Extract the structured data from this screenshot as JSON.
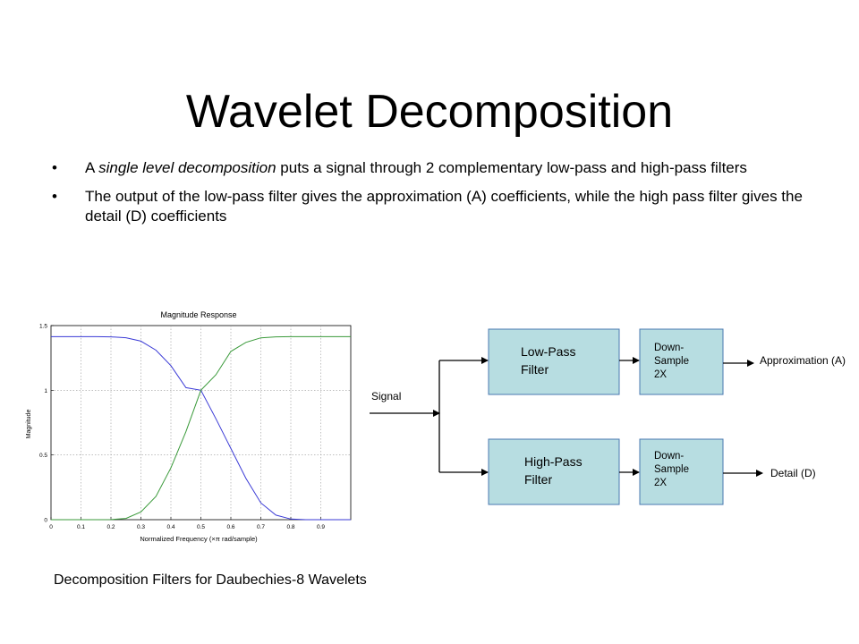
{
  "slide": {
    "title": "Wavelet Decomposition",
    "bullet_marker": "•",
    "bullets": [
      {
        "before": "A ",
        "emphasis": "single level decomposition",
        "after": " puts a signal through 2 complementary low-pass and high-pass filters"
      },
      {
        "text": "The output of the low-pass filter gives the approximation (A) coefficients, while the high pass filter gives the detail (D) coefficients"
      }
    ],
    "caption": "Decomposition Filters for Daubechies-8 Wavelets"
  },
  "chart_data": {
    "type": "line",
    "title": "Magnitude Response",
    "xlabel": "Normalized Frequency (×π rad/sample)",
    "ylabel": "Magnitude",
    "xlim": [
      0,
      1
    ],
    "ylim": [
      0,
      1.5
    ],
    "x_ticks": [
      "0",
      "0.1",
      "0.2",
      "0.3",
      "0.4",
      "0.5",
      "0.6",
      "0.7",
      "0.8",
      "0.9"
    ],
    "x_tick_values": [
      0,
      0.1,
      0.2,
      0.3,
      0.4,
      0.5,
      0.6,
      0.7,
      0.8,
      0.9
    ],
    "y_ticks": [
      "0",
      "0.5",
      "1",
      "1.5"
    ],
    "y_tick_values": [
      0,
      0.5,
      1,
      1.5
    ],
    "grid": true,
    "x": [
      0,
      0.05,
      0.1,
      0.15,
      0.2,
      0.25,
      0.3,
      0.35,
      0.4,
      0.45,
      0.5,
      0.55,
      0.6,
      0.65,
      0.7,
      0.75,
      0.8,
      0.85,
      0.9,
      0.95,
      1
    ],
    "series": [
      {
        "color": "#3a3ad6",
        "values": [
          1.414,
          1.414,
          1.414,
          1.414,
          1.413,
          1.406,
          1.38,
          1.31,
          1.19,
          1.02,
          1.0,
          0.78,
          0.55,
          0.32,
          0.13,
          0.035,
          0.005,
          0,
          0,
          0,
          0
        ]
      },
      {
        "color": "#3a9a3a",
        "values": [
          0,
          0,
          0,
          0,
          0.001,
          0.01,
          0.06,
          0.18,
          0.4,
          0.68,
          1.0,
          1.12,
          1.3,
          1.37,
          1.405,
          1.413,
          1.414,
          1.414,
          1.414,
          1.414,
          1.414
        ]
      }
    ]
  },
  "diagram": {
    "input_label": "Signal",
    "lowpass": {
      "filter_label": [
        "Low-Pass",
        "Filter"
      ],
      "downsample_label": [
        "Down-",
        "Sample",
        "2X"
      ],
      "output_label": "Approximation (A)"
    },
    "highpass": {
      "filter_label": [
        "High-Pass",
        "Filter"
      ],
      "downsample_label": [
        "Down-",
        "Sample",
        "2X"
      ],
      "output_label": "Detail (D)"
    },
    "box_color": "#b7dde1",
    "border_color": "#4a78b0"
  }
}
